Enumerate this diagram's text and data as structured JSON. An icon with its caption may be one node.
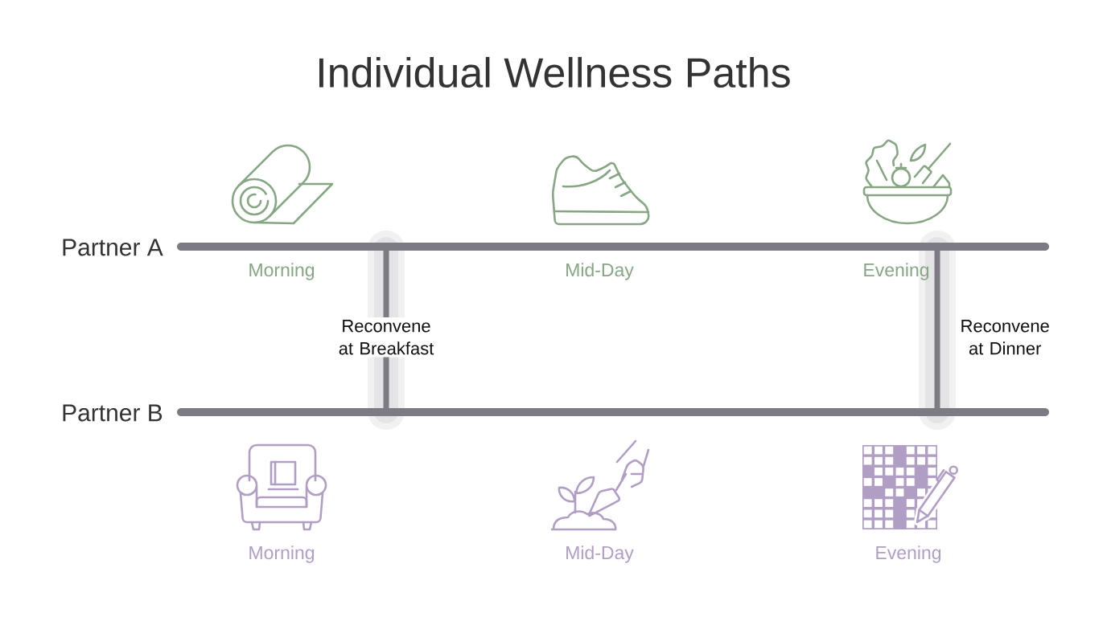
{
  "diagram": {
    "title": "Individual Wellness Paths",
    "nodes": [
      {
        "text": [
          "Partner A"
        ]
      },
      {
        "text": [
          "Partner B"
        ]
      }
    ],
    "edges": [
      {
        "from": 0,
        "to": 1,
        "arrow": "none",
        "label": "Reconvene at Breakfast"
      },
      {
        "from": 0,
        "to": 1,
        "arrow": "none",
        "label": "Reconvene at Dinner"
      }
    ],
    "labels": [
      "Morning",
      "Mid-Day",
      "Evening",
      "Morning",
      "Mid-Day",
      "Evening"
    ]
  }
}
